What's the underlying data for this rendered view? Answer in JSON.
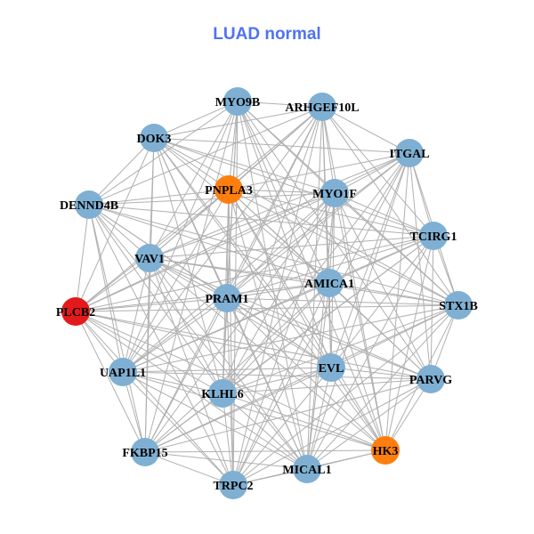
{
  "title": "LUAD normal",
  "colors": {
    "title": "#4f73f0",
    "default_node": "#7fb0d3",
    "highlight_node": "#ff7f0e",
    "key_node": "#e31a1c",
    "edge": "#b0b0b0"
  },
  "nodes": [
    {
      "label": "MYO9B",
      "color": "default"
    },
    {
      "label": "ARHGEF10L",
      "color": "default"
    },
    {
      "label": "ITGAL",
      "color": "default"
    },
    {
      "label": "DOK3",
      "color": "default"
    },
    {
      "label": "PNPLA3",
      "color": "highlight"
    },
    {
      "label": "MYO1F",
      "color": "default"
    },
    {
      "label": "DENND4B",
      "color": "default"
    },
    {
      "label": "TCIRG1",
      "color": "default"
    },
    {
      "label": "VAV1",
      "color": "default"
    },
    {
      "label": "AMICA1",
      "color": "default"
    },
    {
      "label": "PRAM1",
      "color": "default"
    },
    {
      "label": "STX1B",
      "color": "default"
    },
    {
      "label": "PLCB2",
      "color": "key"
    },
    {
      "label": "UAP1L1",
      "color": "default"
    },
    {
      "label": "EVL",
      "color": "default"
    },
    {
      "label": "PARVG",
      "color": "default"
    },
    {
      "label": "KLHL6",
      "color": "default"
    },
    {
      "label": "FKBP15",
      "color": "default"
    },
    {
      "label": "HK3",
      "color": "highlight"
    },
    {
      "label": "MICAL1",
      "color": "default"
    },
    {
      "label": "TRPC2",
      "color": "default"
    }
  ],
  "adjacency": [
    [
      1,
      3,
      4,
      5,
      6,
      8,
      9,
      10,
      11,
      13,
      14,
      15,
      16,
      17,
      18,
      19,
      20
    ],
    [
      2,
      3,
      4,
      5,
      6,
      7,
      8,
      9,
      10,
      11,
      12,
      13,
      14,
      16,
      17,
      18,
      19,
      20
    ],
    [
      3,
      4,
      5,
      7,
      8,
      9,
      10,
      11,
      12,
      13,
      14,
      15,
      16,
      18,
      19,
      20
    ],
    [
      4,
      5,
      6,
      7,
      8,
      9,
      10,
      11,
      12,
      14,
      16,
      17,
      18,
      19
    ],
    [
      5,
      6,
      7,
      8,
      9,
      10,
      11,
      12,
      13,
      14,
      15,
      16,
      18,
      19,
      20
    ],
    [
      6,
      7,
      8,
      9,
      10,
      11,
      12,
      13,
      14,
      15,
      16,
      17,
      18,
      19,
      20
    ],
    [
      7,
      8,
      9,
      10,
      11,
      12,
      13,
      14,
      16,
      17,
      19,
      20
    ],
    [
      8,
      9,
      10,
      11,
      12,
      13,
      14,
      15,
      16,
      17,
      18,
      19
    ],
    [
      9,
      10,
      11,
      12,
      13,
      14,
      15,
      16,
      17,
      18,
      19,
      20
    ],
    [
      10,
      11,
      12,
      13,
      14,
      15,
      16,
      17,
      18,
      19,
      20
    ],
    [
      11,
      12,
      13,
      14,
      15,
      16,
      17,
      18,
      19,
      20
    ],
    [
      12,
      13,
      14,
      15,
      16,
      17,
      18,
      19,
      20
    ],
    [
      13,
      14,
      15,
      16,
      17,
      18,
      19,
      20
    ],
    [
      14,
      15,
      16,
      17,
      18,
      19,
      20
    ],
    [
      15,
      16,
      17,
      18,
      19,
      20
    ],
    [
      16,
      17,
      18,
      19,
      20
    ],
    [
      17,
      18,
      19,
      20
    ],
    [
      18,
      19,
      20
    ],
    [
      19,
      20
    ],
    [
      20
    ],
    []
  ]
}
